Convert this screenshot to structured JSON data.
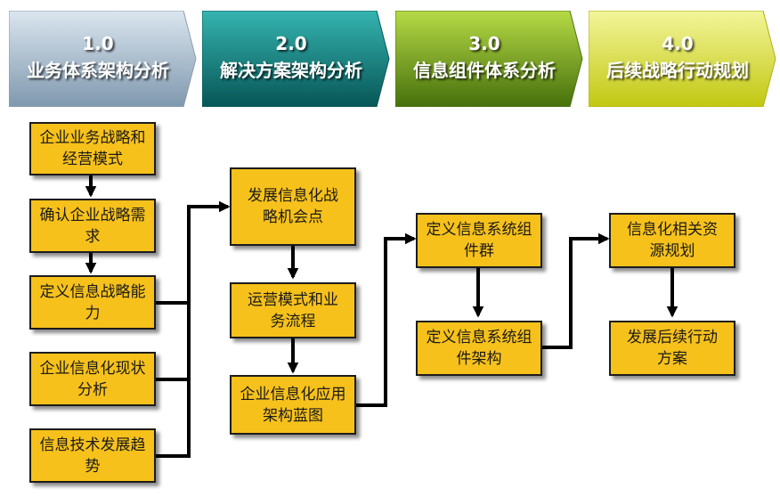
{
  "phases": [
    {
      "number": "1.0",
      "title": "业务体系架构分析",
      "color_light": "#c3d3e1",
      "color_dark": "#6f8ba3"
    },
    {
      "number": "2.0",
      "title": "解决方案架构分析",
      "color_light": "#2aa3a1",
      "color_dark": "#0b6464"
    },
    {
      "number": "3.0",
      "title": "信息组件体系分析",
      "color_light": "#a9cf3a",
      "color_dark": "#4f7a10"
    },
    {
      "number": "4.0",
      "title": "后续战略行动规划",
      "color_light": "#ecf07a",
      "color_dark": "#c9cf14"
    }
  ],
  "steps": {
    "biz_strategy": "企业业务战略和经营模式",
    "confirm_needs": "确认企业战略需求",
    "define_capability": "定义信息战略能力",
    "it_status": "企业信息化现状分析",
    "tech_trend": "信息技术发展趋势",
    "opportunity": "发展信息化战略机会点",
    "ops_model": "运营模式和业务流程",
    "app_blueprint": "企业信息化应用架构蓝图",
    "component_group": "定义信息系统组件群",
    "component_arch": "定义信息系统组件架构",
    "resource_plan": "信息化相关资源规划",
    "action_plan": "发展后续行动方案"
  },
  "colors": {
    "box_fill": "#f7c11b",
    "box_border": "#1c1c1c",
    "arrow": "#000000"
  }
}
